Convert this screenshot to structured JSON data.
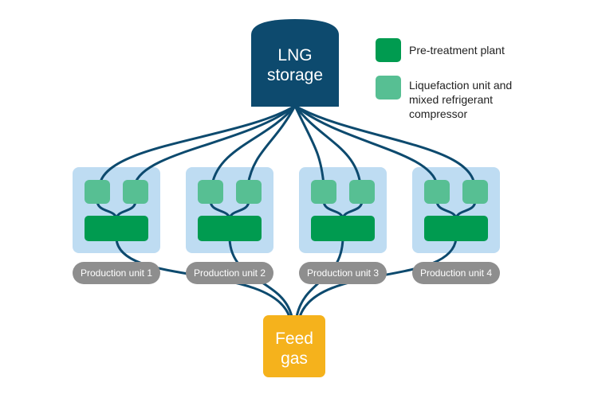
{
  "storage": {
    "line1": "LNG",
    "line2": "storage"
  },
  "feed": {
    "line1": "Feed",
    "line2": "gas"
  },
  "units": [
    {
      "label": "Production unit 1"
    },
    {
      "label": "Production unit 2"
    },
    {
      "label": "Production unit 3"
    },
    {
      "label": "Production unit 4"
    }
  ],
  "legend": {
    "pretreatment": {
      "label": "Pre-treatment plant",
      "color": "#009b50"
    },
    "liquefaction": {
      "line1": "Liquefaction unit and",
      "line2": "mixed refrigerant",
      "line3": "compressor",
      "color": "#57bf93"
    }
  },
  "colors": {
    "storage": "#0d4a6e",
    "feed": "#f5b21c",
    "pipe": "#0d4a6e",
    "unit_panel": "#bedcf2",
    "unit_label_bg": "#8e8e8e"
  }
}
